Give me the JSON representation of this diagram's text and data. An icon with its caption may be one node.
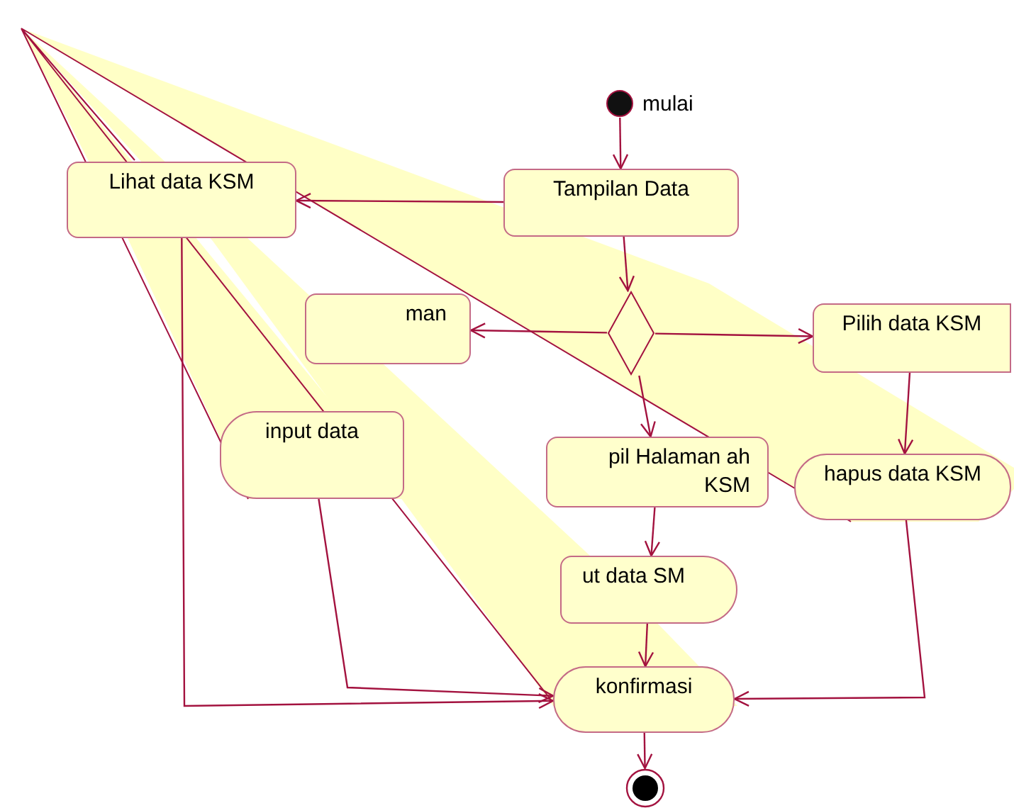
{
  "diagram": {
    "nodes": [
      {
        "text": [],
        "shape": "circle",
        "beside": [
          "mulai"
        ]
      },
      {
        "text": [
          "Tampilan Data"
        ]
      },
      {
        "text": [
          "Lihat data KSM"
        ]
      },
      {
        "text": [],
        "shape": "diamond"
      },
      {
        "text": [
          "man"
        ]
      },
      {
        "text": [
          "Pilih data KSM"
        ]
      },
      {
        "text": [
          "input data"
        ]
      },
      {
        "text": [
          "pil Halaman ah KSM"
        ]
      },
      {
        "text": [
          "ut data SM"
        ]
      },
      {
        "text": [
          "hapus data KSM"
        ]
      },
      {
        "text": [
          "konfirmasi"
        ]
      },
      {
        "text": [],
        "shape": "circle"
      }
    ],
    "edges": [
      {
        "from": 0,
        "to": 1,
        "arrow": "to"
      },
      {
        "from": 1,
        "to": 2,
        "arrow": "to"
      },
      {
        "from": 1,
        "to": 3,
        "arrow": "to"
      },
      {
        "from": 3,
        "to": 4,
        "arrow": "to"
      },
      {
        "from": 3,
        "to": 5,
        "arrow": "to"
      },
      {
        "from": 3,
        "to": 7,
        "arrow": "to"
      },
      {
        "from": 5,
        "to": 9,
        "arrow": "to"
      },
      {
        "from": 2,
        "to": 10,
        "arrow": "to"
      },
      {
        "from": 6,
        "to": 10,
        "arrow": "to"
      },
      {
        "from": 7,
        "to": 8,
        "arrow": "to"
      },
      {
        "from": 8,
        "to": 10,
        "arrow": "to"
      },
      {
        "from": 9,
        "to": 10,
        "arrow": "to"
      },
      {
        "from": 10,
        "to": 11,
        "arrow": "to"
      }
    ]
  }
}
